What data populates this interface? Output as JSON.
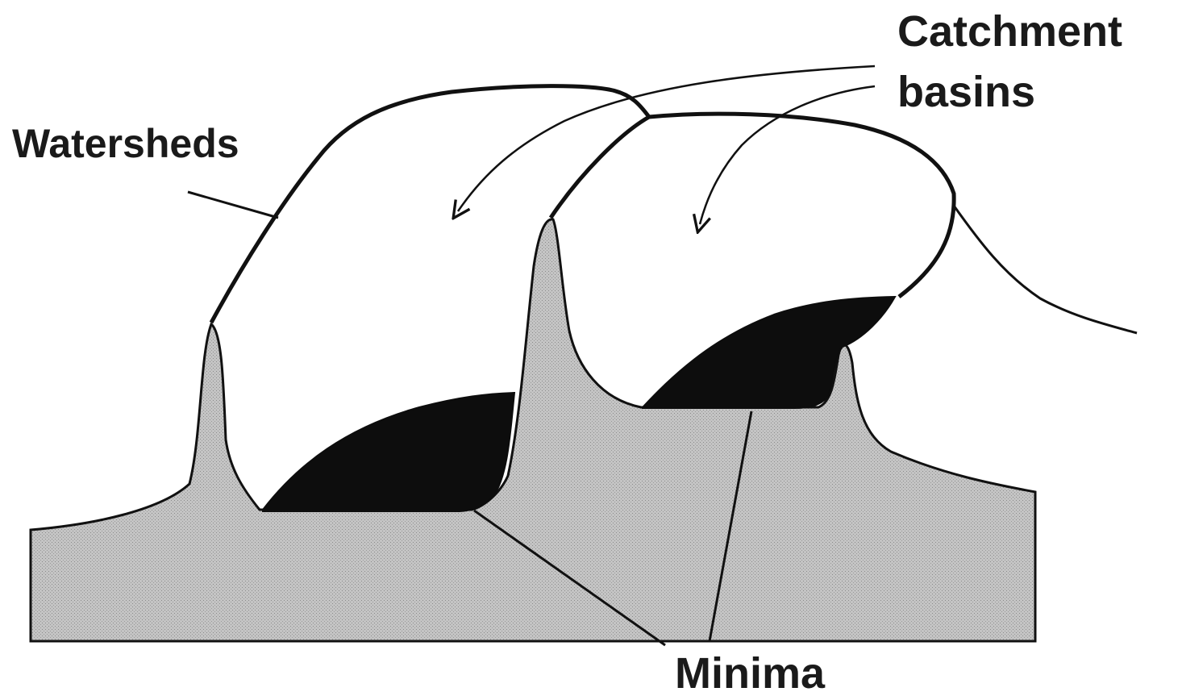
{
  "labels": {
    "catchment_line1": "Catchment",
    "catchment_line2": "basins",
    "watersheds": "Watersheds",
    "minima": "Minima"
  },
  "colors": {
    "background": "#ffffff",
    "ink": "#111111",
    "surface_fill": "#bdbdbd",
    "minima_fill": "#0d0d0d"
  }
}
